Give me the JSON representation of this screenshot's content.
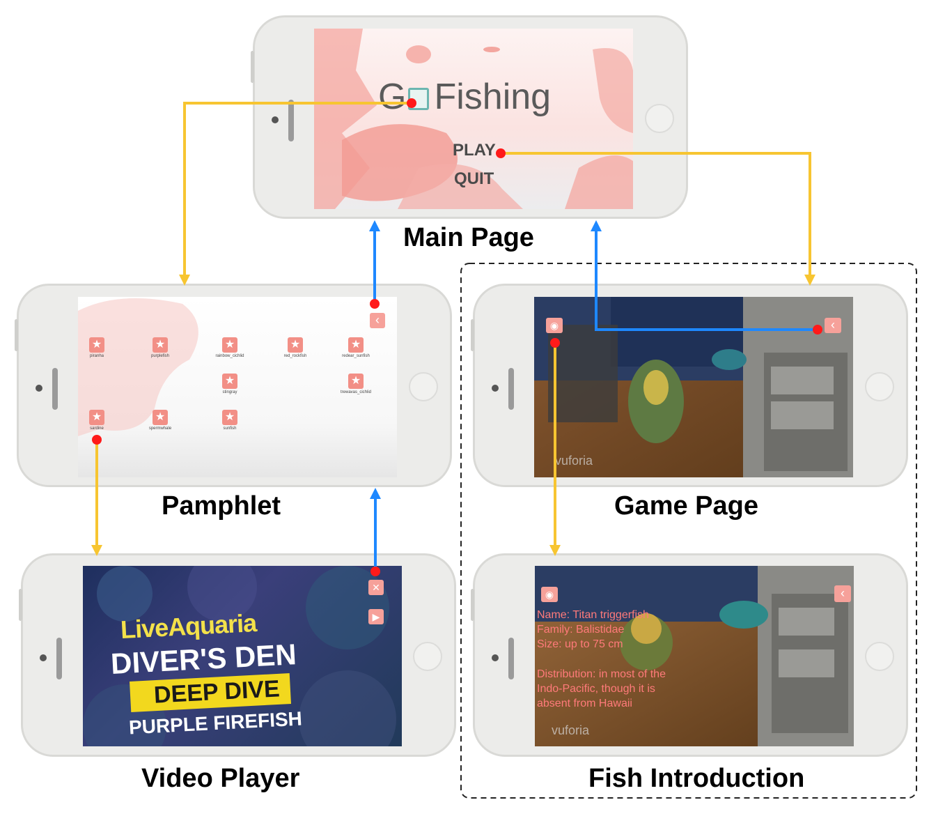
{
  "captions": {
    "main": "Main Page",
    "pamphlet": "Pamphlet",
    "game": "Game Page",
    "video": "Video Player",
    "fishintro": "Fish Introduction"
  },
  "main_screen": {
    "title_prefix": "G",
    "title_suffix": "Fishing",
    "play": "PLAY",
    "quit": "QUIT"
  },
  "pamphlet": {
    "items": [
      {
        "label": "piranha"
      },
      {
        "label": "purplefish"
      },
      {
        "label": "rainbow_cichlid"
      },
      {
        "label": "red_rockfish"
      },
      {
        "label": "redear_sunfish"
      },
      {
        "label": "stingray"
      },
      {
        "label": "trewavas_cichlid"
      },
      {
        "label": "sardine"
      },
      {
        "label": "spermwhale"
      },
      {
        "label": "sunfish"
      }
    ],
    "back_icon": "chevron-left-icon"
  },
  "video": {
    "line1": "LiveAquaria",
    "line2": "DIVER'S DEN",
    "line3": "DEEP DIVE",
    "line4": "PURPLE FIREFISH",
    "close_icon": "close-icon",
    "play_icon": "play-icon"
  },
  "game": {
    "watermark": "vuforia",
    "fish_icon": "fish-icon",
    "back_icon": "chevron-left-icon"
  },
  "fishintro": {
    "name": "Name: Titan triggerfish",
    "family": "Family: Balistidae",
    "size": "Size: up to 75 cm",
    "dist1": "Distribution: in most of the",
    "dist2": "Indo-Pacific, though it is",
    "dist3": "absent from Hawaii",
    "watermark": "vuforia"
  },
  "colors": {
    "forward_arrow": "#f7c531",
    "back_arrow": "#1e88ff",
    "dot": "#ff1a1a",
    "accent_pink": "#f28f86"
  }
}
